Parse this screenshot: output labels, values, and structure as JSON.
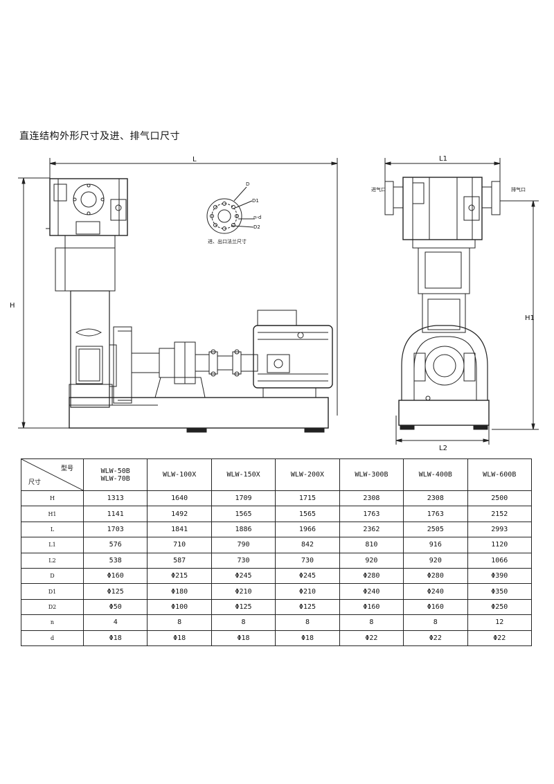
{
  "caption": "直连结构外形尺寸及进、排气口尺寸",
  "drawing_labels": {
    "L": "L",
    "H": "H",
    "L1": "L1",
    "H1": "H1",
    "L2": "L2",
    "flange_D": "D",
    "flange_D1": "D1",
    "flange_nd": "n-d",
    "flange_D2": "D2",
    "flange_note": "进、出口法兰尺寸",
    "inlet_left": "进气口",
    "outlet_right": "排气口"
  },
  "table": {
    "corner_top": "型号",
    "corner_bottom": "尺寸",
    "models": [
      [
        "WLW-50B",
        "WLW-70B"
      ],
      [
        "WLW-100X"
      ],
      [
        "WLW-150X"
      ],
      [
        "WLW-200X"
      ],
      [
        "WLW-300B"
      ],
      [
        "WLW-400B"
      ],
      [
        "WLW-600B"
      ]
    ],
    "rows": [
      {
        "name": "H",
        "values": [
          "1313",
          "1640",
          "1709",
          "1715",
          "2308",
          "2308",
          "2500"
        ]
      },
      {
        "name": "H1",
        "values": [
          "1141",
          "1492",
          "1565",
          "1565",
          "1763",
          "1763",
          "2152"
        ]
      },
      {
        "name": "L",
        "values": [
          "1703",
          "1841",
          "1886",
          "1966",
          "2362",
          "2505",
          "2993"
        ]
      },
      {
        "name": "L1",
        "values": [
          "576",
          "710",
          "790",
          "842",
          "810",
          "916",
          "1120"
        ]
      },
      {
        "name": "L2",
        "values": [
          "538",
          "587",
          "730",
          "730",
          "920",
          "920",
          "1066"
        ]
      },
      {
        "name": "D",
        "values": [
          "Φ160",
          "Φ215",
          "Φ245",
          "Φ245",
          "Φ280",
          "Φ280",
          "Φ390"
        ]
      },
      {
        "name": "D1",
        "values": [
          "Φ125",
          "Φ180",
          "Φ210",
          "Φ210",
          "Φ240",
          "Φ240",
          "Φ350"
        ]
      },
      {
        "name": "D2",
        "values": [
          "Φ50",
          "Φ100",
          "Φ125",
          "Φ125",
          "Φ160",
          "Φ160",
          "Φ250"
        ]
      },
      {
        "name": "n",
        "values": [
          "4",
          "8",
          "8",
          "8",
          "8",
          "8",
          "12"
        ]
      },
      {
        "name": "d",
        "values": [
          "Φ18",
          "Φ18",
          "Φ18",
          "Φ18",
          "Φ22",
          "Φ22",
          "Φ22"
        ]
      }
    ]
  }
}
